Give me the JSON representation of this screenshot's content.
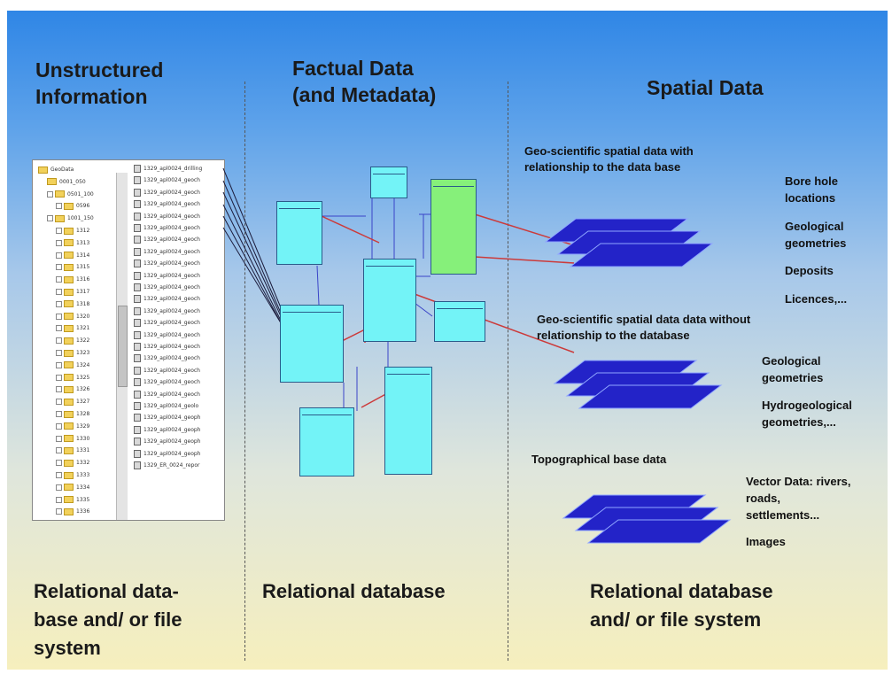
{
  "columns": {
    "left": {
      "title_line1": "Unstructured",
      "title_line2": "Information",
      "footer_line1": "Relational data-",
      "footer_line2": "base and/ or file",
      "footer_line3": "system"
    },
    "middle": {
      "title_line1": "Factual Data",
      "title_line2": "(and Metadata)",
      "footer": "Relational database"
    },
    "right": {
      "title": "Spatial Data",
      "footer_line1": "Relational database",
      "footer_line2": "and/ or file system"
    }
  },
  "spatial": {
    "section1": {
      "heading_line1": "Geo-scientific spatial data with",
      "heading_line2": "relationship to the data base",
      "items": [
        {
          "line1": "Bore hole",
          "line2": "locations"
        },
        {
          "line1": "Geological",
          "line2": "geometries"
        },
        {
          "line1": "Deposits",
          "line2": ""
        },
        {
          "line1": "Licences,...",
          "line2": ""
        }
      ]
    },
    "section2": {
      "heading_line1": "Geo-scientific spatial data data without",
      "heading_line2": "relationship to the database",
      "items": [
        {
          "line1": "Geological",
          "line2": "geometries"
        },
        {
          "line1": "Hydrogeological",
          "line2": "geometries,..."
        }
      ]
    },
    "section3": {
      "heading": "Topographical base data",
      "items": [
        {
          "line1": "Vector Data: rivers,",
          "line2": "roads,",
          "line3": "settlements..."
        },
        {
          "line1": "Images",
          "line2": "",
          "line3": ""
        }
      ]
    },
    "layer_color": "#2323c8"
  },
  "explorer": {
    "tree": [
      {
        "label": "GeoData",
        "expander": false,
        "indent": 0
      },
      {
        "label": "0001_050",
        "expander": false,
        "indent": 1
      },
      {
        "label": "0501_100",
        "expander": true,
        "indent": 1
      },
      {
        "label": "0596",
        "expander": true,
        "indent": 2
      },
      {
        "label": "1001_150",
        "expander": true,
        "indent": 1
      },
      {
        "label": "1312",
        "expander": true,
        "indent": 2
      },
      {
        "label": "1313",
        "expander": true,
        "indent": 2
      },
      {
        "label": "1314",
        "expander": true,
        "indent": 2
      },
      {
        "label": "1315",
        "expander": true,
        "indent": 2
      },
      {
        "label": "1316",
        "expander": true,
        "indent": 2
      },
      {
        "label": "1317",
        "expander": true,
        "indent": 2
      },
      {
        "label": "1318",
        "expander": true,
        "indent": 2
      },
      {
        "label": "1320",
        "expander": true,
        "indent": 2
      },
      {
        "label": "1321",
        "expander": true,
        "indent": 2
      },
      {
        "label": "1322",
        "expander": true,
        "indent": 2
      },
      {
        "label": "1323",
        "expander": true,
        "indent": 2
      },
      {
        "label": "1324",
        "expander": true,
        "indent": 2
      },
      {
        "label": "1325",
        "expander": true,
        "indent": 2
      },
      {
        "label": "1326",
        "expander": true,
        "indent": 2
      },
      {
        "label": "1327",
        "expander": true,
        "indent": 2
      },
      {
        "label": "1328",
        "expander": true,
        "indent": 2
      },
      {
        "label": "1329",
        "expander": true,
        "indent": 2
      },
      {
        "label": "1330",
        "expander": true,
        "indent": 2
      },
      {
        "label": "1331",
        "expander": true,
        "indent": 2
      },
      {
        "label": "1332",
        "expander": true,
        "indent": 2
      },
      {
        "label": "1333",
        "expander": true,
        "indent": 2
      },
      {
        "label": "1334",
        "expander": true,
        "indent": 2
      },
      {
        "label": "1335",
        "expander": true,
        "indent": 2
      },
      {
        "label": "1336",
        "expander": true,
        "indent": 2
      }
    ],
    "files": [
      "1329_apl0024_drilling",
      "1329_apl0024_geoch",
      "1329_apl0024_geoch",
      "1329_apl0024_geoch",
      "1329_apl0024_geoch",
      "1329_apl0024_geoch",
      "1329_apl0024_geoch",
      "1329_apl0024_geoch",
      "1329_apl0024_geoch",
      "1329_apl0024_geoch",
      "1329_apl0024_geoch",
      "1329_apl0024_geoch",
      "1329_apl0024_geoch",
      "1329_apl0024_geoch",
      "1329_apl0024_geoch",
      "1329_apl0024_geoch",
      "1329_apl0024_geoch",
      "1329_apl0024_geoch",
      "1329_apl0024_geoch",
      "1329_apl0024_geoch",
      "1329_apl0024_geolo",
      "1329_apl0024_geoph",
      "1329_apl0024_geoph",
      "1329_apl0024_geoph",
      "1329_apl0024_geoph",
      "1329_ER_0024_repor"
    ]
  }
}
